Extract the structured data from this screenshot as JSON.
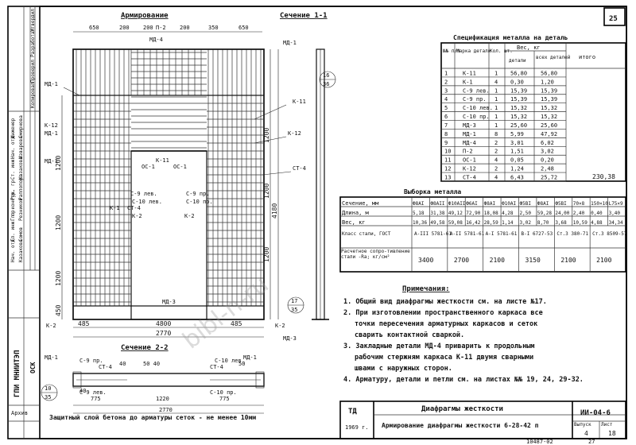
{
  "sheet_number": "25",
  "titles": {
    "plan": "Армирование",
    "section_11": "Сечение 1-1",
    "section_22": "Сечение 2-2"
  },
  "spec": {
    "title": "Спецификация металла на деталь",
    "headers": {
      "num": "№№ п/п",
      "mark": "Марка детали",
      "qty": "Кол. шт.",
      "weight": "Вес, кг",
      "weight_detail": "детали",
      "weight_all": "всех деталей",
      "total": "итого"
    },
    "rows": [
      [
        "1",
        "К-11",
        "1",
        "56,80",
        "56,80"
      ],
      [
        "2",
        "К-1",
        "4",
        "0,30",
        "1,20"
      ],
      [
        "3",
        "С-9 лев.",
        "1",
        "15,39",
        "15,39"
      ],
      [
        "4",
        "С-9 пр.",
        "1",
        "15,39",
        "15,39"
      ],
      [
        "5",
        "С-10 лев.",
        "1",
        "15,32",
        "15,32"
      ],
      [
        "6",
        "С-10 пр.",
        "1",
        "15,32",
        "15,32"
      ],
      [
        "7",
        "МД-3",
        "1",
        "25,60",
        "25,60"
      ],
      [
        "8",
        "МД-1",
        "8",
        "5,99",
        "47,92"
      ],
      [
        "9",
        "МД-4",
        "2",
        "3,01",
        "6,02"
      ],
      [
        "10",
        "П-2",
        "2",
        "1,51",
        "3,02"
      ],
      [
        "11",
        "ОС-1",
        "4",
        "0,05",
        "0,20"
      ],
      [
        "12",
        "К-12",
        "2",
        "1,24",
        "2,48"
      ],
      [
        "13",
        "СТ-4",
        "4",
        "6,43",
        "25,72"
      ]
    ],
    "total_value": "230,38"
  },
  "vyborka": {
    "title": "Выборка металла",
    "row_labels": {
      "section": "Сечение, мм",
      "length": "Длина, м",
      "weight": "Вес, кг",
      "steel_class": "Класс стали, ГОСТ",
      "resistance": "Расчетное сопро-тивление стали -Ra; кг/см²"
    },
    "sections": [
      "Ф8АI",
      "Ф8АII",
      "Ф10АII",
      "Ф6АI",
      "Ф8АI",
      "Ф10АI",
      "Ф5BI",
      "Ф8АI",
      "Ф5BI",
      "70×8",
      "150×10",
      "L75×9"
    ],
    "lengths": [
      "5,18",
      "31,38",
      "49,12",
      "72,90",
      "18,08",
      "4,28",
      "2,50",
      "59,28",
      "24,00",
      "2,40",
      "0,40",
      "3,40"
    ],
    "weights": [
      "10,36",
      "49,58",
      "59,08",
      "16,42",
      "28,59",
      "1,14",
      "3,02",
      "8,70",
      "3,68",
      "10,59",
      "4,88",
      "34,34"
    ],
    "steel_classes": [
      "А-III 5781-61",
      "А-II 5781-61",
      "А-I 5781-61",
      "В-I 6727-53",
      "Ст.3 380-71",
      "Ст.3 8509-57"
    ],
    "resistances": [
      "3400",
      "2700",
      "2100",
      "3150",
      "2100",
      "2100"
    ]
  },
  "notes": {
    "title": "Примечания:",
    "items": [
      "1. Общий вид диафрагмы жесткости см. на листе №17.",
      "2. При изготовлении пространственного каркаса все",
      "точки пересечения арматурных каркасов и сеток",
      "сварить контактной сваркой.",
      "3. Закладные детали МД-4 приварить к продольным",
      "рабочим стержням каркаса К-11 двумя сварными",
      "швами с наружных сторон.",
      "4. Арматуру, детали и петли см. на листах №№ 19, 24, 29-32."
    ]
  },
  "plan_labels": {
    "dims_top": [
      "650",
      "200",
      "200",
      "П-2",
      "200",
      "350",
      "650"
    ],
    "md1": "МД-1",
    "md4": "МД-4",
    "md3": "МД-3",
    "md4b": "МД-4",
    "md1b": "МД-1",
    "k11": "К-11",
    "k12": "К-12",
    "k1": "К-1",
    "k2": "К-2",
    "oc1": "ОС-1",
    "c9l": "С-9 лев.",
    "c10l": "С-10 лев.",
    "c9p": "С-9 пр.",
    "c10p": "С-10 пр.",
    "st4": "СТ-4",
    "dims_bottom": [
      "485",
      "4800",
      "485",
      "2770"
    ],
    "dims_left": [
      "1200",
      "1200",
      "1200",
      "450"
    ],
    "dim_4180": "4180",
    "dim_1200a": "1200",
    "dim_1200b": "1200",
    "dim_1200c": "1200",
    "ref_16": "16",
    "ref_36": "36",
    "ref_17": "17",
    "ref_35": "35",
    "ref_10": "10",
    "ref_35b": "35"
  },
  "section22": {
    "labels": [
      "МД-1",
      "С-9 пр.",
      "С-10 лев.",
      "МД-1",
      "СТ-4",
      "СТ-4",
      "С-9 лев.",
      "С-10 пр."
    ],
    "dims": [
      "40",
      "50 40",
      "775",
      "1220",
      "775",
      "2770",
      "40",
      "50"
    ],
    "caption": "Защитный слой бетона до арматуры сеток - не менее 10мм"
  },
  "title_block": {
    "org": "ГПИ МНИИТЭП",
    "sub": "ОСК",
    "year": "1969 г.",
    "td": "ТД",
    "name": "Диафрагмы жесткости",
    "drawing": "Армирование диафрагмы жесткости 6-28-42 п",
    "code": "ИИ-04-6",
    "issue_label": "Выпуск",
    "issue": "4",
    "sheet_label": "Лист",
    "sheet": "18",
    "arch": "Архив",
    "bottom_num": "10487-02",
    "bottom_num2": "27"
  },
  "side_stamp": {
    "roles": [
      "Нач. отд.",
      "Гл. инж. пр.",
      "Гл. констр.",
      "Рук. гр.",
      "Ст. инж.",
      "Нач. отд.",
      "Инженер"
    ],
    "names": [
      "Казакова",
      "Сомов",
      "Резников",
      "Раппопорт",
      "Казакова",
      "Изварева",
      "Смирнова"
    ],
    "labels": [
      "Копировал",
      "Проверил",
      "Разработал",
      "Утвердил"
    ]
  },
  "watermark": "bibl-n-ru"
}
